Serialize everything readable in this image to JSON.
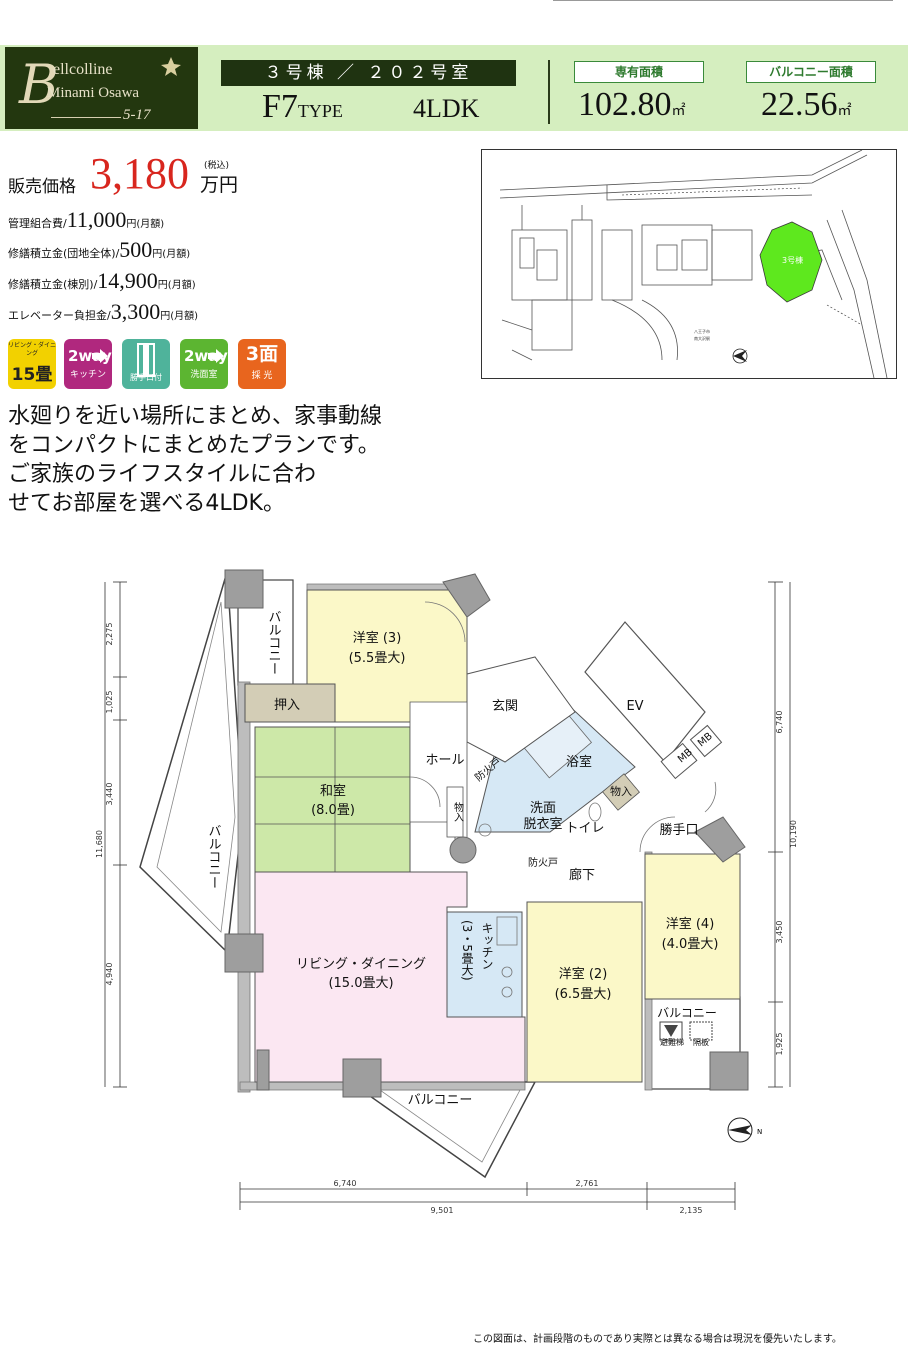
{
  "logo": {
    "b": "B",
    "line1": "ellcolline",
    "line2": "Minami Osawa",
    "line3": "5-17"
  },
  "header": {
    "unit": "３号棟 ／ ２０２号室",
    "type": "F7",
    "type_suffix": "TYPE",
    "layout": "4LDK",
    "own_area_label": "専有面積",
    "own_area": "102.80",
    "balcony_area_label": "バルコニー面積",
    "balcony_area": "22.56",
    "area_unit": "㎡"
  },
  "price": {
    "label": "販売価格",
    "value": "3,180",
    "tax": "(税込)",
    "unit": "万円"
  },
  "fees": [
    {
      "label": "管理組合費/",
      "value": "11,000",
      "unit": "円(月額)"
    },
    {
      "label": "修繕積立金(団地全体)/",
      "value": "500",
      "unit": "円(月額)"
    },
    {
      "label": "修繕積立金(棟別)/",
      "value": "14,900",
      "unit": "円(月額)"
    },
    {
      "label": "エレベーター負担金/",
      "value": "3,300",
      "unit": "円(月額)"
    }
  ],
  "icons": {
    "living": {
      "top": "リビング・ダイニング",
      "value": "15畳",
      "color": "#f2d100"
    },
    "kitchen": {
      "top": "2way",
      "bottom": "キッチン",
      "color": "#b0287e"
    },
    "door": {
      "text": "勝手口付",
      "color": "#4fb39b"
    },
    "wash": {
      "top": "2way",
      "bottom": "洗面室",
      "color": "#5cb531"
    },
    "light": {
      "top": "3面",
      "bottom": "採 光",
      "color": "#e8651e"
    }
  },
  "description": [
    "水廻りを近い場所にまとめ、家事動線",
    "をコンパクトにまとめたプランです。",
    "ご家族のライフスタイルに合わ",
    "せてお部屋を選べる4LDK。"
  ],
  "site_map": {
    "building_label": "3号棟",
    "highlight_color": "#5ee81e",
    "road_label_1": "八王子市",
    "road_label_2": "南大沢駅"
  },
  "floorplan": {
    "rooms": {
      "western3": "洋室 (3)",
      "western3_size": "(5.5畳大)",
      "oshiire": "押入",
      "washitsu": "和室",
      "washitsu_size": "(8.0畳)",
      "balcony_top": "バルコニー",
      "balcony_left": "バルコニー",
      "balcony_bottom": "バルコニー",
      "balcony_right": "バルコニー",
      "genkan": "玄関",
      "ev": "EV",
      "mb1": "MB",
      "mb2": "MB",
      "hall": "ホール",
      "firedoor1": "防火戸",
      "firedoor2": "防火戸",
      "yokushitsu": "浴室",
      "senmen": "洗面",
      "datsui": "脱衣室",
      "toilet": "トイレ",
      "storage1": "物入",
      "storage2": "物入",
      "katteguchi": "勝手口",
      "rouka": "廊下",
      "western4": "洋室 (4)",
      "western4_size": "(4.0畳大)",
      "living": "リビング・ダイニング",
      "living_size": "(15.0畳大)",
      "kitchen": "キッチン",
      "kitchen_size": "(3・5畳大)",
      "western2": "洋室 (2)",
      "western2_size": "(6.5畳大)",
      "hinan1": "避難梯",
      "hinan2": "隔板"
    },
    "dims_left": [
      "2,275",
      "1,025",
      "3,440",
      "4,940"
    ],
    "dim_left_total": "11,680",
    "dims_right": [
      "6,740",
      "3,450",
      "1,925"
    ],
    "dim_right_total": "10,190",
    "dims_bottom_top": [
      "6,740",
      "2,761"
    ],
    "dims_bottom_bottom": [
      "9,501",
      "2,135"
    ],
    "colors": {
      "western": "#fbf8c8",
      "washitsu": "#cde8a8",
      "living": "#fbe7f2",
      "water": "#d6e8f5",
      "oshiire": "#d3cdb6",
      "pillar": "#9e9e9e",
      "wall": "#bdbdbd"
    }
  },
  "footnote": "この図面は、計画段階のものであり実際とは異なる場合は現況を優先いたします。"
}
